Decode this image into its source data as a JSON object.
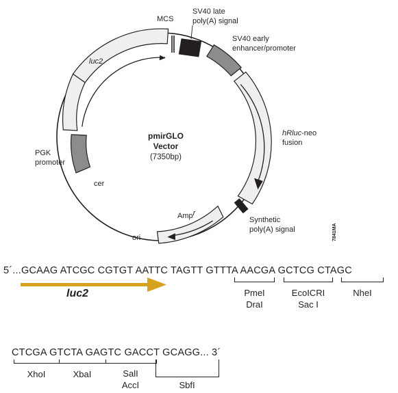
{
  "vector": {
    "name": "pmirGLO",
    "name_line2": "Vector",
    "size": "(7350bp)",
    "code": "7841MA"
  },
  "map_labels": {
    "mcs": "MCS",
    "sv40_late_l1": "SV40 late",
    "sv40_late_l2": "poly(A) signal",
    "sv40_early_l1": "SV40 early",
    "sv40_early_l2": "enhancer/promoter",
    "hrluc_italic": "hRluc",
    "hrluc_suffix": "-neo",
    "hrluc_l2": "fusion",
    "synthetic_l1": "Synthetic",
    "synthetic_l2": "poly(A) signal",
    "amp": "Amp",
    "amp_sup": "r",
    "ori": "ori",
    "cer": "cer",
    "pgk_l1": "PGK",
    "pgk_l2": "promoter",
    "luc2": "luc2"
  },
  "sequence": {
    "line1": "5´...GCAAG ATCGC CGTGT AATTC TAGTT GTTTA AACGA GCTCG CTAGC",
    "line2": "CTCGA GTCTA GAGTC GACCT GCAGG... 3´",
    "luc2_label": "luc2",
    "sites_row1": [
      {
        "top": "PmeI",
        "bottom": "DraI"
      },
      {
        "top": "EcoICRI",
        "bottom": "Sac I"
      },
      {
        "top": "NheI",
        "bottom": ""
      }
    ],
    "sites_row2": [
      {
        "top": "XhoI",
        "bottom": ""
      },
      {
        "top": "XbaI",
        "bottom": ""
      },
      {
        "top": "SalI",
        "bottom": "AccI"
      },
      {
        "top": "SbfI",
        "bottom": ""
      }
    ]
  },
  "colors": {
    "line": "#231f20",
    "light_fill": "#efefef",
    "dark_fill": "#8c8c8c",
    "black_fill": "#231f20",
    "arrow_gold": "#d7a220"
  }
}
